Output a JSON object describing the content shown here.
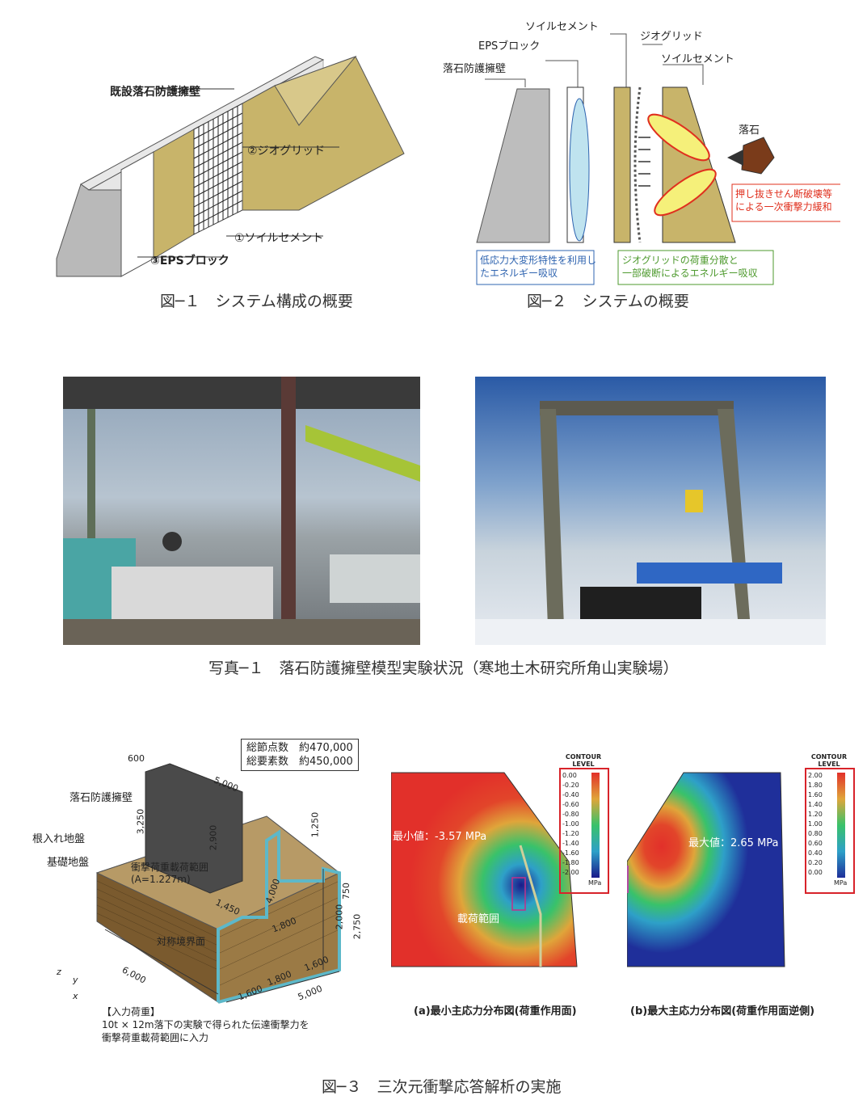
{
  "fig1": {
    "caption": "図─１　システム構成の概要",
    "label_wall": "既設落石防護擁壁",
    "label_geogrid": "②ジオグリッド",
    "label_soilcement": "①ソイルセメント",
    "label_eps": "③EPSブロック"
  },
  "fig2": {
    "caption": "図─２　システムの概要",
    "label_soilcement_top": "ソイルセメント",
    "label_eps": "EPSブロック",
    "label_geogrid": "ジオグリッド",
    "label_wall": "落石防護擁壁",
    "label_soilcement_right": "ソイルセメント",
    "label_rock": "落石",
    "note_red_1": "押し抜きせん断破壊等",
    "note_red_2": "による一次衝撃力緩和",
    "note_blue_1": "低応力大変形特性を利用し",
    "note_blue_2": "たエネルギー吸収",
    "note_green_1": "ジオグリッドの荷重分散と",
    "note_green_2": "一部破断によるエネルギー吸収"
  },
  "photo1": {
    "caption": "写真─１　落石防護擁壁模型実験状況（寒地土木研究所角山実験場）"
  },
  "fig3": {
    "caption": "図─３　三次元衝撃応答解析の実施",
    "stats_nodes": "総節点数　約470,000",
    "stats_elems": "総要素数　約450,000",
    "label_wall": "落石防護擁壁",
    "label_embed": "根入れ地盤",
    "label_base": "基礎地盤",
    "label_load_range_1": "衝撃荷重載荷範囲",
    "label_load_range_2": "(A=1.227m)",
    "label_symmetry": "対称境界面",
    "dims": {
      "d600": "600",
      "d5000_top": "5,000",
      "d3250": "3,250",
      "d2900": "2,900",
      "d1250": "1,250",
      "d4000": "4,000",
      "d1450": "1,450",
      "d1800_a": "1,800",
      "d750": "750",
      "d2000": "2,000",
      "d2750": "2,750",
      "d6000": "6,000",
      "d1600_a": "1,600",
      "d1800_b": "1,800",
      "d1600_b": "1,600",
      "d5000_bottom": "5,000"
    },
    "input_load_title": "【入力荷重】",
    "input_load_line1": "10t × 12m落下の実験で得られた伝達衝撃力を",
    "input_load_line2": "衝撃荷重載荷範囲に入力",
    "axis_z": "z",
    "axis_y": "y",
    "axis_x": "x",
    "panel_a": {
      "min_label": "最小値：-3.57 MPa",
      "load_range": "載荷範囲",
      "caption": "(a)最小主応力分布図(荷重作用面)",
      "legend_title_1": "CONTOUR",
      "legend_title_2": "LEVEL",
      "legend_unit": "MPa",
      "legend_values": [
        "0.00",
        "-0.20",
        "-0.40",
        "-0.60",
        "-0.80",
        "-1.00",
        "-1.20",
        "-1.40",
        "-1.60",
        "-1.80",
        "-2.00"
      ]
    },
    "panel_b": {
      "max_label": "最大値：2.65 MPa",
      "caption": "(b)最大主応力分布図(荷重作用面逆側)",
      "legend_title_1": "CONTOUR",
      "legend_title_2": "LEVEL",
      "legend_unit": "MPa",
      "legend_values": [
        "2.00",
        "1.80",
        "1.60",
        "1.40",
        "1.20",
        "1.00",
        "0.80",
        "0.60",
        "0.40",
        "0.20",
        "0.00"
      ]
    }
  },
  "colors": {
    "soil_cement": "#c8b46a",
    "wall_gray": "#b9b9b9",
    "red_note": "#e0301e",
    "blue_note": "#2f64b0",
    "green_note": "#4e9a2e",
    "legend_frame": "#d8232a"
  }
}
